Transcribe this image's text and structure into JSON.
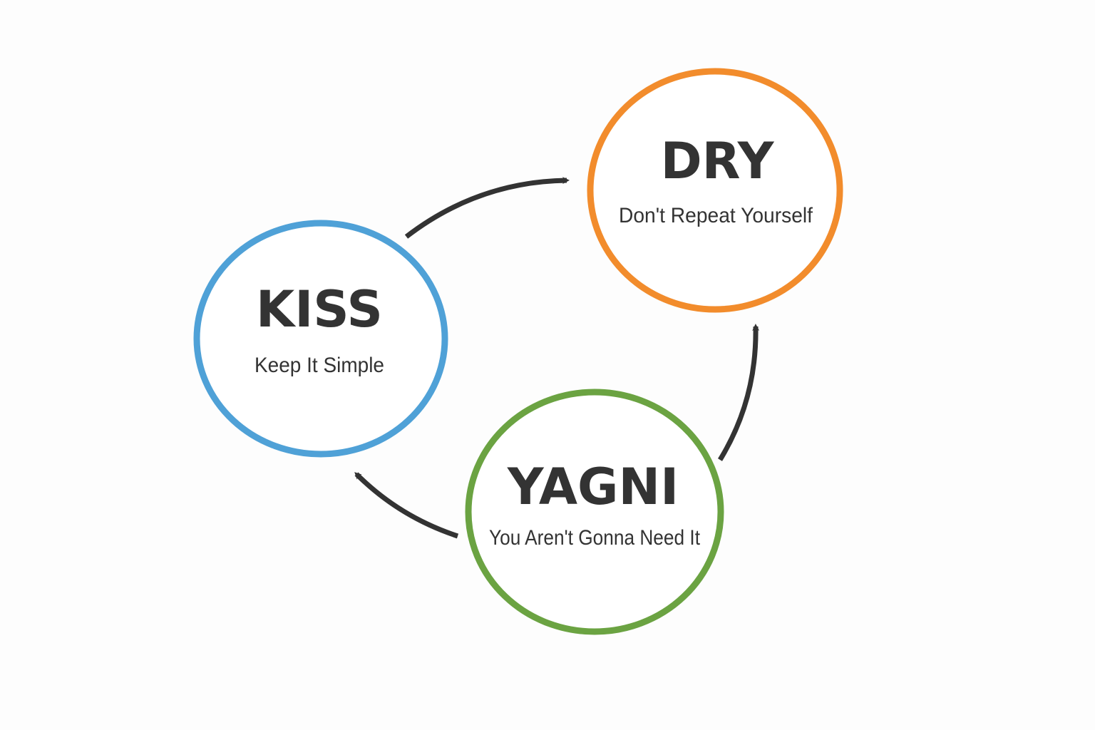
{
  "colors": {
    "kiss": "#4fa1d7",
    "dry": "#f28c2c",
    "yagni": "#6ba342",
    "arrow": "#333333",
    "text": "#333333"
  },
  "nodes": {
    "kiss": {
      "title": "KISS",
      "subtitle": "Keep It Simple"
    },
    "dry": {
      "title": "DRY",
      "subtitle": "Don't Repeat Yourself"
    },
    "yagni": {
      "title": "YAGNI",
      "subtitle": "You Aren't Gonna Need It"
    }
  }
}
